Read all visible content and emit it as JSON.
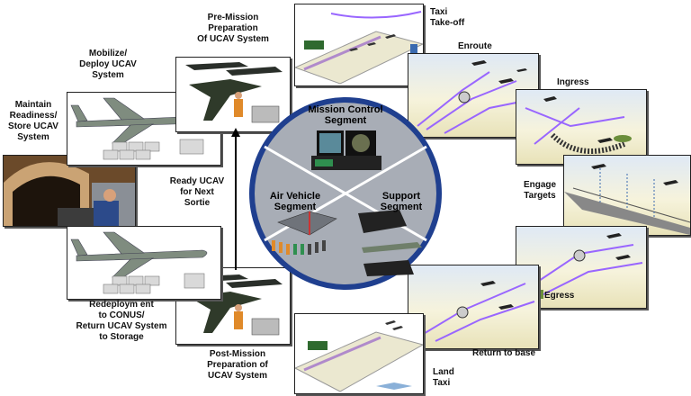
{
  "center": {
    "mission": "Mission Control\nSegment",
    "air": "Air Vehicle\nSegment",
    "support": "Support\nSegment"
  },
  "stages": {
    "maintain": "Maintain\nReadiness/\nStore UCAV\nSystem",
    "mobilize": "Mobilize/\nDeploy UCAV\nSystem",
    "premission": "Pre-Mission\nPreparation\nOf UCAV System",
    "taxi_takeoff": "Taxi\nTake-off",
    "enroute": "Enroute",
    "ingress": "Ingress",
    "engage": "Engage\nTargets",
    "egress": "Egress",
    "return_base": "Return to base",
    "land_taxi": "Land\nTaxi",
    "postmission": "Post-Mission\nPreparation of\nUCAV System",
    "redeploy": "Redeploym ent\nto CONUS/\nReturn UCAV System\nto Storage",
    "ready": "Ready UCAV\nfor Next\nSortie"
  },
  "colors": {
    "circle_fill": "#a8adb6",
    "circle_border": "#1f3f8f",
    "sky_top": "#dfe9f5",
    "flight_path": "#9966ff"
  }
}
